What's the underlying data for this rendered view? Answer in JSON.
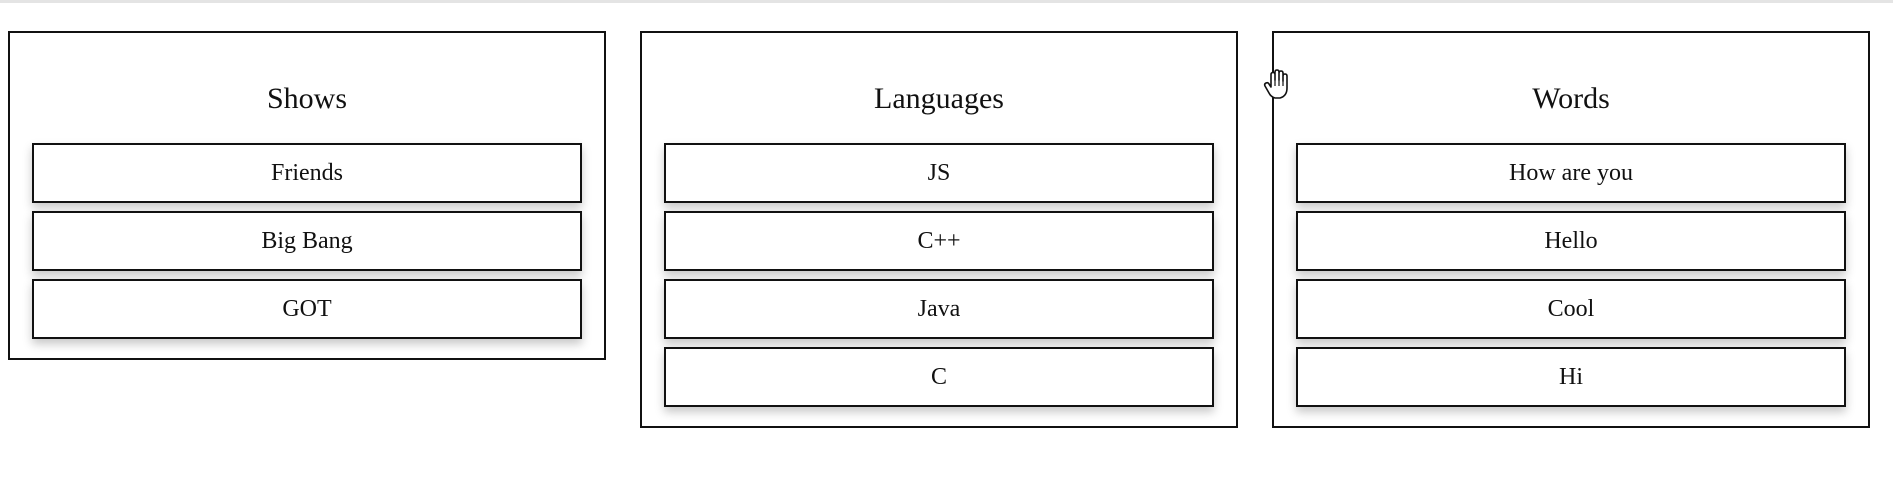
{
  "lists": [
    {
      "title": "Shows",
      "items": [
        "Friends",
        "Big Bang",
        "GOT"
      ]
    },
    {
      "title": "Languages",
      "items": [
        "JS",
        "C++",
        "Java",
        "C"
      ]
    },
    {
      "title": "Words",
      "items": [
        "How are you",
        "Hello",
        "Cool",
        "Hi"
      ]
    }
  ],
  "cursor": {
    "icon": "hand-grab-cursor-icon"
  }
}
